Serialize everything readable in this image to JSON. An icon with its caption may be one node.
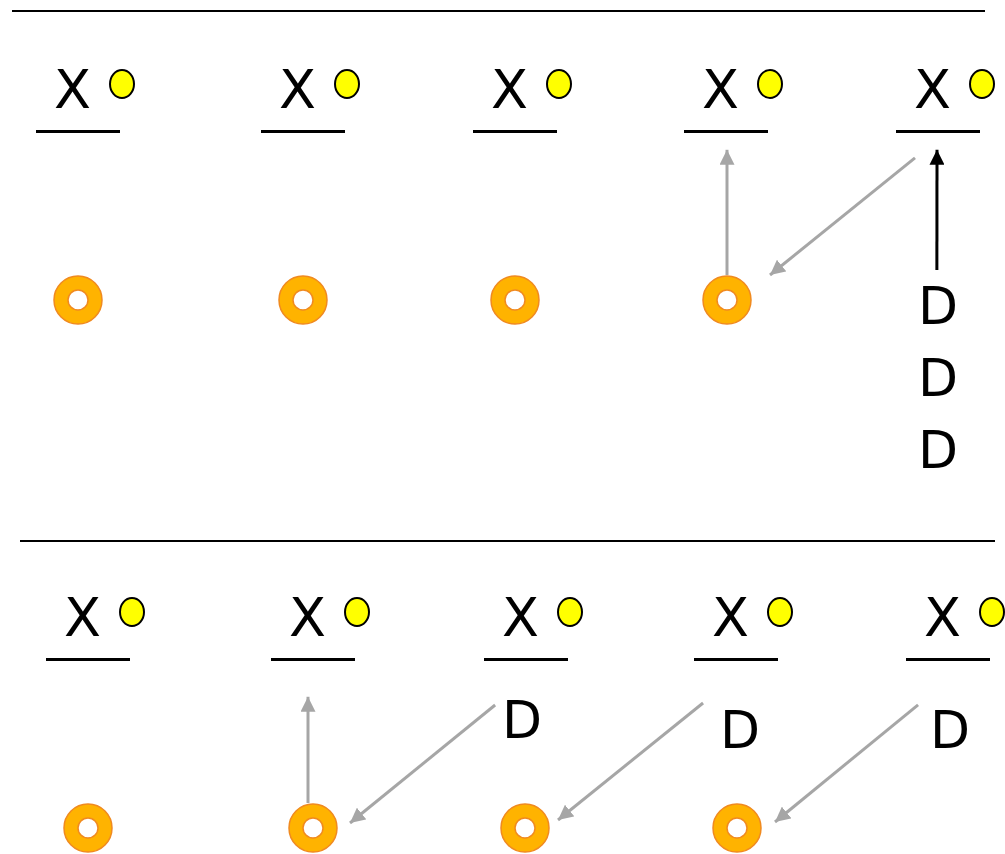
{
  "diagram": {
    "nodes": [
      {
        "text": [
          "X"
        ]
      },
      {
        "text": [
          "X"
        ]
      },
      {
        "text": [
          "X"
        ]
      },
      {
        "text": [
          "X"
        ]
      },
      {
        "text": [
          "X"
        ]
      },
      {
        "text": [],
        "shape": "circle"
      },
      {
        "text": [],
        "shape": "circle"
      },
      {
        "text": [],
        "shape": "circle"
      },
      {
        "text": [],
        "shape": "circle"
      },
      {
        "text": [
          "D D D"
        ]
      },
      {
        "text": [
          "X"
        ]
      },
      {
        "text": [
          "X"
        ]
      },
      {
        "text": [
          "X"
        ]
      },
      {
        "text": [
          "X"
        ]
      },
      {
        "text": [
          "X"
        ]
      },
      {
        "text": [
          "D"
        ]
      },
      {
        "text": [
          "D"
        ]
      },
      {
        "text": [
          "D"
        ]
      },
      {
        "text": [],
        "shape": "circle"
      },
      {
        "text": [],
        "shape": "circle"
      },
      {
        "text": [],
        "shape": "circle"
      },
      {
        "text": [],
        "shape": "circle"
      }
    ],
    "edges": [
      {
        "from": 8,
        "to": 3,
        "arrow": "to"
      },
      {
        "from": 4,
        "to": 8,
        "arrow": "to"
      },
      {
        "from": 9,
        "to": 4,
        "arrow": "to",
        "color": "#000000"
      },
      {
        "from": 19,
        "to": 11,
        "arrow": "to"
      },
      {
        "from": 15,
        "to": 19,
        "arrow": "to"
      },
      {
        "from": 16,
        "to": 20,
        "arrow": "to"
      },
      {
        "from": 17,
        "to": 21,
        "arrow": "to"
      }
    ]
  }
}
